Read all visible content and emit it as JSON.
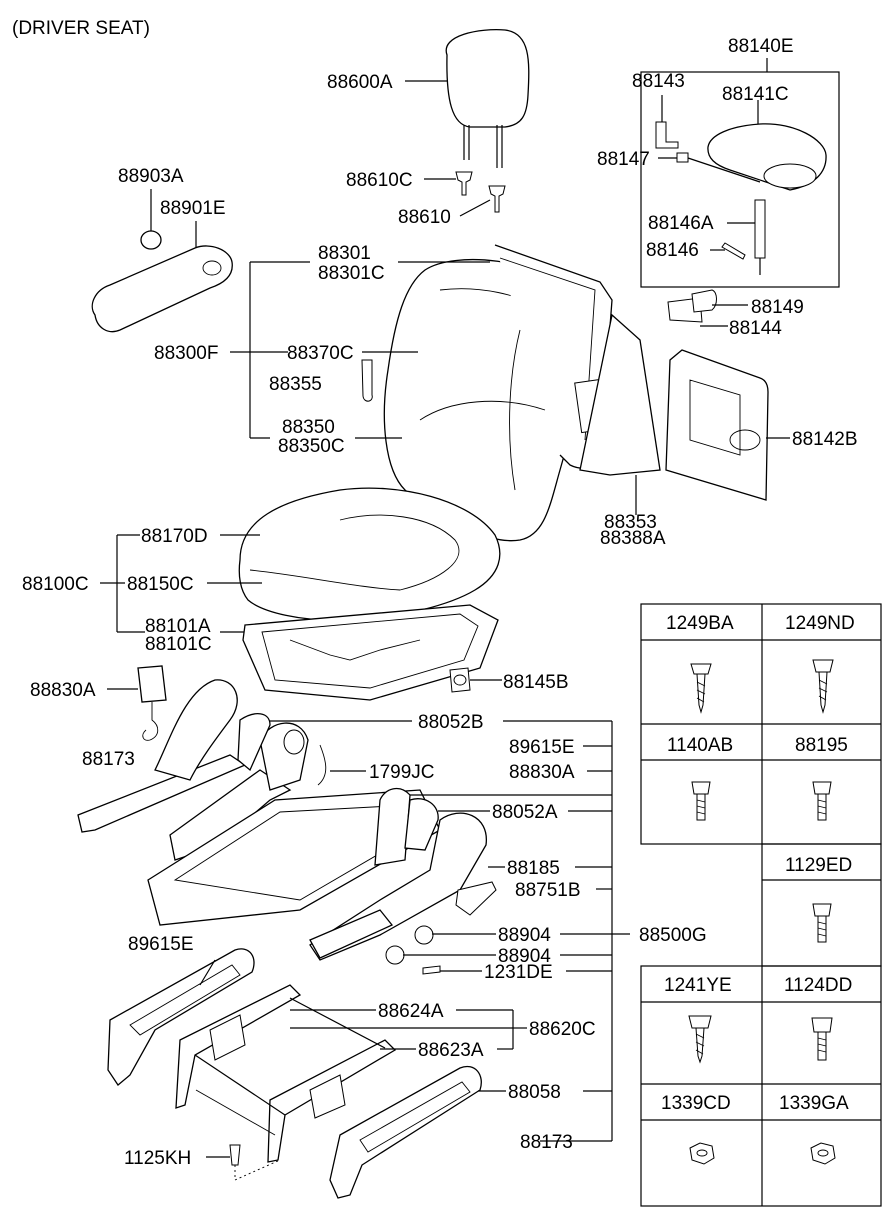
{
  "title": "(DRIVER SEAT)",
  "labels": {
    "p88600A": "88600A",
    "p88610C": "88610C",
    "p88610": "88610",
    "p88903A": "88903A",
    "p88901E": "88901E",
    "p88301": "88301",
    "p88301C": "88301C",
    "p88300F": "88300F",
    "p88370C": "88370C",
    "p88355": "88355",
    "p88350": "88350",
    "p88350C": "88350C",
    "p88140E": "88140E",
    "p88143": "88143",
    "p88141C": "88141C",
    "p88147": "88147",
    "p88146A": "88146A",
    "p88146": "88146",
    "p88149": "88149",
    "p88144": "88144",
    "p88142B": "88142B",
    "p88353": "88353",
    "p88388A": "88388A",
    "p88170D": "88170D",
    "p88100C": "88100C",
    "p88150C": "88150C",
    "p88101A": "88101A",
    "p88101C": "88101C",
    "p88830A_left": "88830A",
    "p88145B": "88145B",
    "p88052B": "88052B",
    "p89615E_right": "89615E",
    "p88830A_right": "88830A",
    "p88173_left": "88173",
    "p1799JC": "1799JC",
    "p88052A": "88052A",
    "p88185": "88185",
    "p88751B": "88751B",
    "p88904_a": "88904",
    "p88500G": "88500G",
    "p88904_b": "88904",
    "p1231DE": "1231DE",
    "p89615E_left": "89615E",
    "p88624A": "88624A",
    "p88620C": "88620C",
    "p88623A": "88623A",
    "p88058": "88058",
    "p88173_bottom": "88173",
    "p1125KH": "1125KH"
  },
  "fastener_table": {
    "cells": [
      "1249BA",
      "1249ND",
      "1140AB",
      "88195",
      "1129ED",
      "1241YE",
      "1124DD",
      "1339CD",
      "1339GA"
    ]
  }
}
